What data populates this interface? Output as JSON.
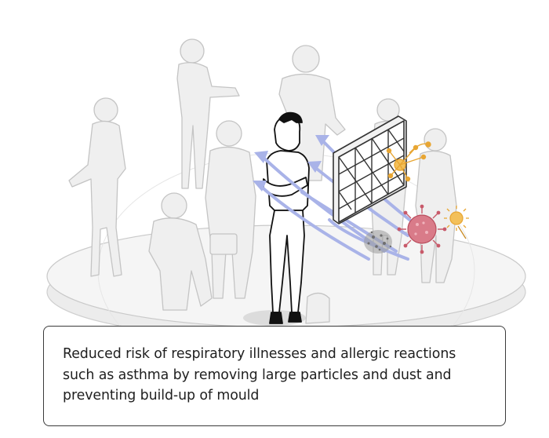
{
  "caption": {
    "line_1": "Reduced risk of respiratory illnesses and allergic reactions",
    "line_2": "such as asthma by removing large particles and dust and",
    "line_3": "preventing build-up of mould"
  },
  "illustration": {
    "icons": [
      "crowd-figures",
      "man-figure",
      "air-filter",
      "virus-icon",
      "pollen-icon",
      "dust-icon",
      "airflow-arrows"
    ],
    "colors": {
      "platform": "#f4f4f4",
      "outline": "#c9c9c9",
      "figure_fill": "#eeeeee",
      "man_outline": "#111111",
      "airflow": "#a9b3e8",
      "virus": "#c85a6a",
      "pollen": "#e8a633",
      "dust": "#6f6f6f"
    }
  }
}
